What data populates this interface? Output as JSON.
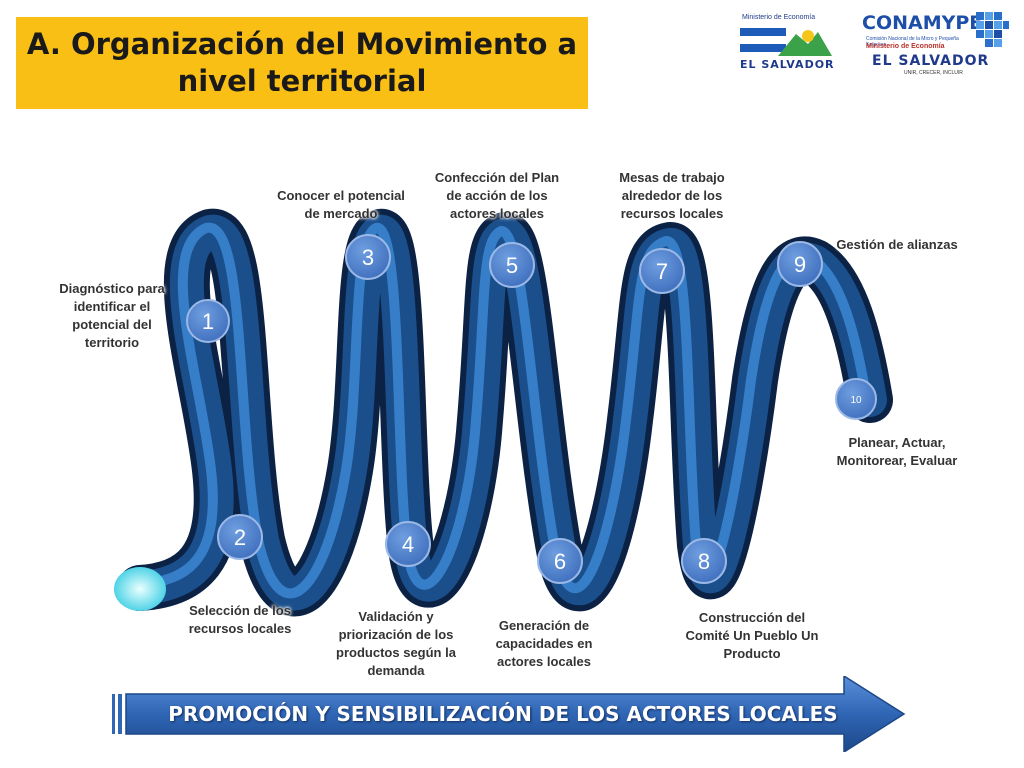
{
  "title": {
    "line1": "A. Organización del Movimiento a",
    "line2": "nivel territorial"
  },
  "logos": {
    "left": {
      "ministry": "Ministerio de Economía",
      "country": "EL SALVADOR"
    },
    "right": {
      "brand": "CONAMYPE",
      "subtitle": "Comisión Nacional de la Micro y Pequeña Empresa",
      "ministry": "Ministerio de Economía",
      "country": "EL SALVADOR",
      "tagline": "UNIR, CRECER, INCLUIR"
    }
  },
  "steps": [
    {
      "number": "1",
      "label": "Diagnóstico para identificar el potencial del territorio"
    },
    {
      "number": "2",
      "label": "Selección de los recursos locales"
    },
    {
      "number": "3",
      "label": "Conocer el potencial de mercado"
    },
    {
      "number": "4",
      "label": "Validación y priorización de los productos según la demanda"
    },
    {
      "number": "5",
      "label": "Confección del Plan de acción de los actores locales"
    },
    {
      "number": "6",
      "label": "Generación de capacidades en actores locales"
    },
    {
      "number": "7",
      "label": "Mesas de trabajo alrededor de los recursos locales"
    },
    {
      "number": "8",
      "label": "Construcción del Comité Un Pueblo Un Producto"
    },
    {
      "number": "9",
      "label": "Gestión de alianzas"
    },
    {
      "number": "10",
      "label": "Planear, Actuar, Monitorear, Evaluar"
    }
  ],
  "banner": "PROMOCIÓN Y SENSIBILIZACIÓN DE LOS ACTORES LOCALES",
  "colors": {
    "title_bg": "#f9bf14",
    "spring": "#1a4f8c",
    "badge": "#4a78c4",
    "arrow": "#2f66b5"
  }
}
